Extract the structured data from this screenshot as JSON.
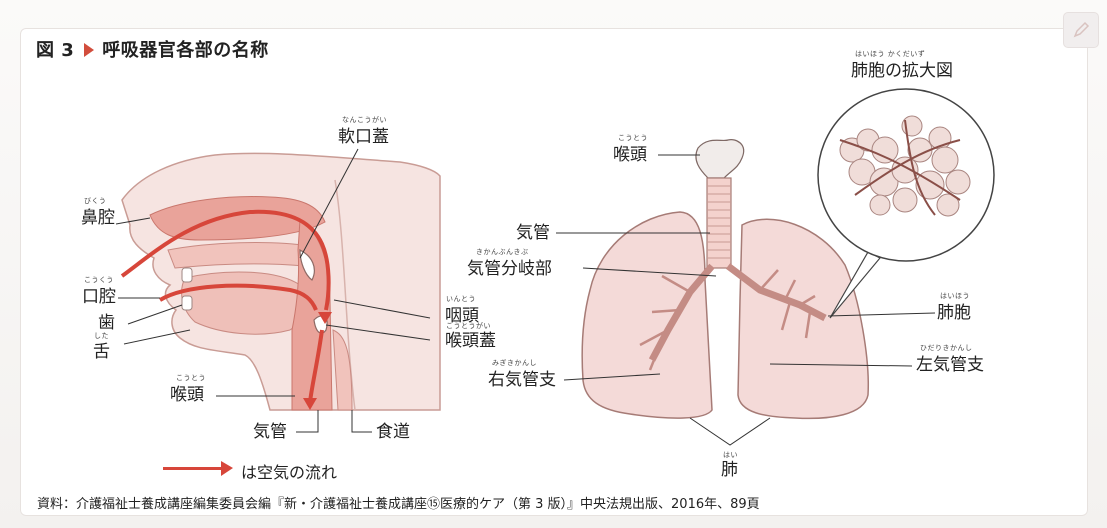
{
  "header": {
    "figure_no": "図 3",
    "title": "呼吸器官各部の名称"
  },
  "labels": {
    "nasal_cavity": {
      "text": "鼻腔",
      "ruby": "びくう"
    },
    "oral_cavity": {
      "text": "口腔",
      "ruby": "こうくう"
    },
    "teeth": {
      "text": "歯",
      "ruby": ""
    },
    "tongue": {
      "text": "舌",
      "ruby": "した"
    },
    "larynx_left": {
      "text": "喉頭",
      "ruby": "こうとう"
    },
    "trachea_left": {
      "text": "気管"
    },
    "esophagus": {
      "text": "食道"
    },
    "soft_palate": {
      "text": "軟口蓋",
      "ruby": "なんこうがい"
    },
    "pharynx": {
      "text": "咽頭",
      "ruby": "いんとう"
    },
    "epiglottis": {
      "text": "喉頭蓋",
      "ruby": "こうとうがい"
    },
    "larynx_right": {
      "text": "喉頭",
      "ruby": "こうとう"
    },
    "trachea_right": {
      "text": "気管"
    },
    "carina": {
      "text": "気管分岐部",
      "ruby": "きかんぶんきぶ"
    },
    "right_bronchus": {
      "text": "右気管支",
      "ruby": "みぎきかんし"
    },
    "alveoli_zoom": {
      "text": "肺胞の拡大図",
      "ruby": "はいほう かくだいず"
    },
    "alveolus": {
      "text": "肺胞",
      "ruby": "はいほう"
    },
    "left_bronchus": {
      "text": "左気管支",
      "ruby": "ひだりきかんし"
    },
    "lungs": {
      "text": "肺",
      "ruby": "はい"
    }
  },
  "legend": {
    "text": "は空気の流れ",
    "arrow_color": "#d7463a"
  },
  "source": "資料：介護福祉士養成講座編集委員会編『新・介護福祉士養成講座⑮医療的ケア（第 3 版）』中央法規出版、2016年、89頁",
  "colors": {
    "accent": "#d24d3c",
    "airflow": "#d7463a",
    "tissue": "#f2d6d2",
    "lung": "#f4dad8",
    "lung_edge": "#a67b76"
  }
}
